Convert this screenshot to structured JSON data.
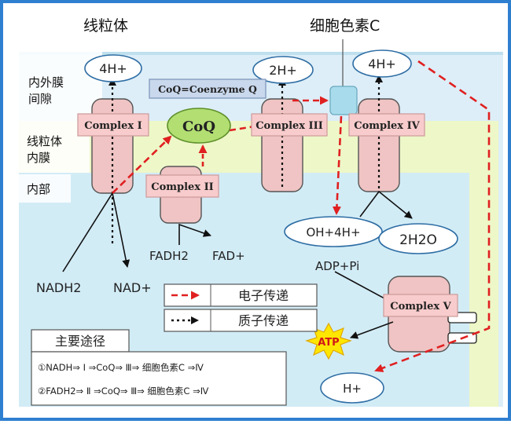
{
  "labels": {
    "mitochondria": "线粒体",
    "cytochrome_c": "细胞色素C",
    "intermembrane_l1": "内外膜",
    "intermembrane_l2": "间隙",
    "inner_membrane_l1": "线粒体",
    "inner_membrane_l2": "内膜",
    "matrix": "内部",
    "coq_def": "CoQ=Coenzyme Q",
    "coq": "CoQ",
    "complex1": "Complex I",
    "complex2": "Complex II",
    "complex3": "Complex III",
    "complex4": "Complex IV",
    "complex5": "Complex V",
    "proton1": "4H+",
    "proton3": "2H+",
    "proton4": "4H+",
    "oh_4h": "OH+4H+",
    "water": "2H2O",
    "fadh2": "FADH2",
    "fad": "FAD+",
    "nadh": "NADH2",
    "nad": "NAD+",
    "adp_pi": "ADP+Pi",
    "atp": "ATP",
    "h_plus": "H+"
  },
  "legend": {
    "electron": "电子传递",
    "proton": "质子传递"
  },
  "pathways": {
    "title": "主要途径",
    "path1": "①NADH⇒ Ⅰ ⇒CoQ⇒ Ⅲ⇒  细胞色素C  ⇒Ⅳ",
    "path2": "②FADH2⇒ Ⅱ ⇒CoQ⇒ Ⅲ⇒  细胞色素C  ⇒Ⅳ"
  },
  "colors": {
    "frame": "#2e7fd0",
    "intermembrane": "#ddeef8",
    "inner_membrane": "#eef7c8",
    "matrix": "#d2ecf6",
    "complex_fill": "#f0c4c4",
    "electron_arrow": "#e02020",
    "coq_fill": "#b2de72",
    "atp_fill": "#ffe600"
  }
}
